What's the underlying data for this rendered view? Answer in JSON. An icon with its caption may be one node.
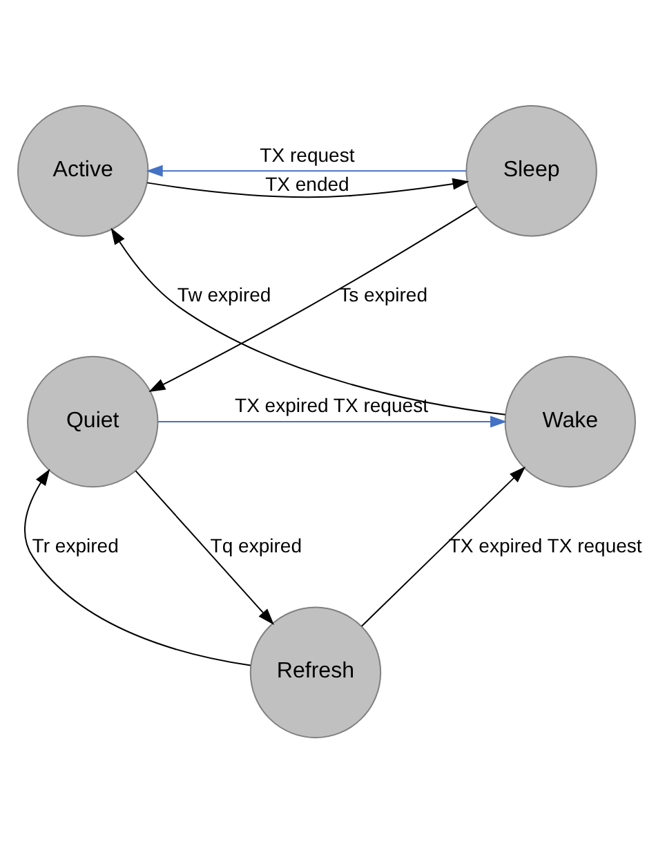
{
  "diagram": {
    "nodes": [
      {
        "text": [
          "Active"
        ]
      },
      {
        "text": [
          "Sleep"
        ]
      },
      {
        "text": [
          "Wake"
        ]
      },
      {
        "text": [
          "Quiet"
        ]
      },
      {
        "text": [
          "Refresh"
        ]
      }
    ],
    "edges": [
      {
        "from": 0,
        "to": 1,
        "arrow": "to",
        "label": "TX ended"
      },
      {
        "from": 1,
        "to": 0,
        "arrow": "to",
        "label": "TX request",
        "color": "#4472c4"
      },
      {
        "from": 1,
        "to": 3,
        "arrow": "to",
        "label": "Ts expired"
      },
      {
        "from": 2,
        "to": 0,
        "arrow": "to",
        "label": "Tw expired"
      },
      {
        "from": 3,
        "to": 2,
        "arrow": "to",
        "label": "TX expired TX request",
        "color": "#4472c4"
      },
      {
        "from": 4,
        "to": 2,
        "arrow": "to",
        "label": "TX expired TX request"
      },
      {
        "from": 4,
        "to": 3,
        "arrow": "to",
        "label": "Tr expired"
      },
      {
        "from": 3,
        "to": 4,
        "arrow": "to",
        "label": "Tq expired"
      }
    ]
  }
}
